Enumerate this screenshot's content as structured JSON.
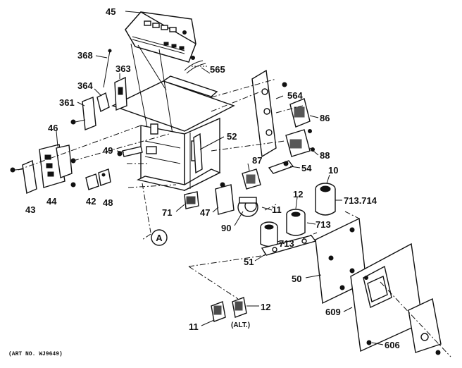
{
  "diagram": {
    "labels": {
      "l45": "45",
      "l368": "368",
      "l363": "363",
      "l565": "565",
      "l364": "364",
      "l361": "361",
      "l564": "564",
      "l86": "86",
      "l46": "46",
      "l52": "52",
      "l49": "49",
      "l87": "87",
      "l88": "88",
      "l54": "54",
      "l10": "10",
      "l43": "43",
      "l44": "44",
      "l42": "42",
      "l48": "48",
      "l71": "71",
      "l47": "47",
      "l90": "90",
      "l11a": "11",
      "l12a": "12",
      "l713714": "713.714",
      "l713a": "713",
      "l713b": "713",
      "lA": "A",
      "l51": "51",
      "l50": "50",
      "l609": "609",
      "l12b": "12",
      "l11b": "11",
      "lalt": "(ALT.)",
      "l606": "606",
      "art": "(ART NO. WJ9649)"
    }
  }
}
